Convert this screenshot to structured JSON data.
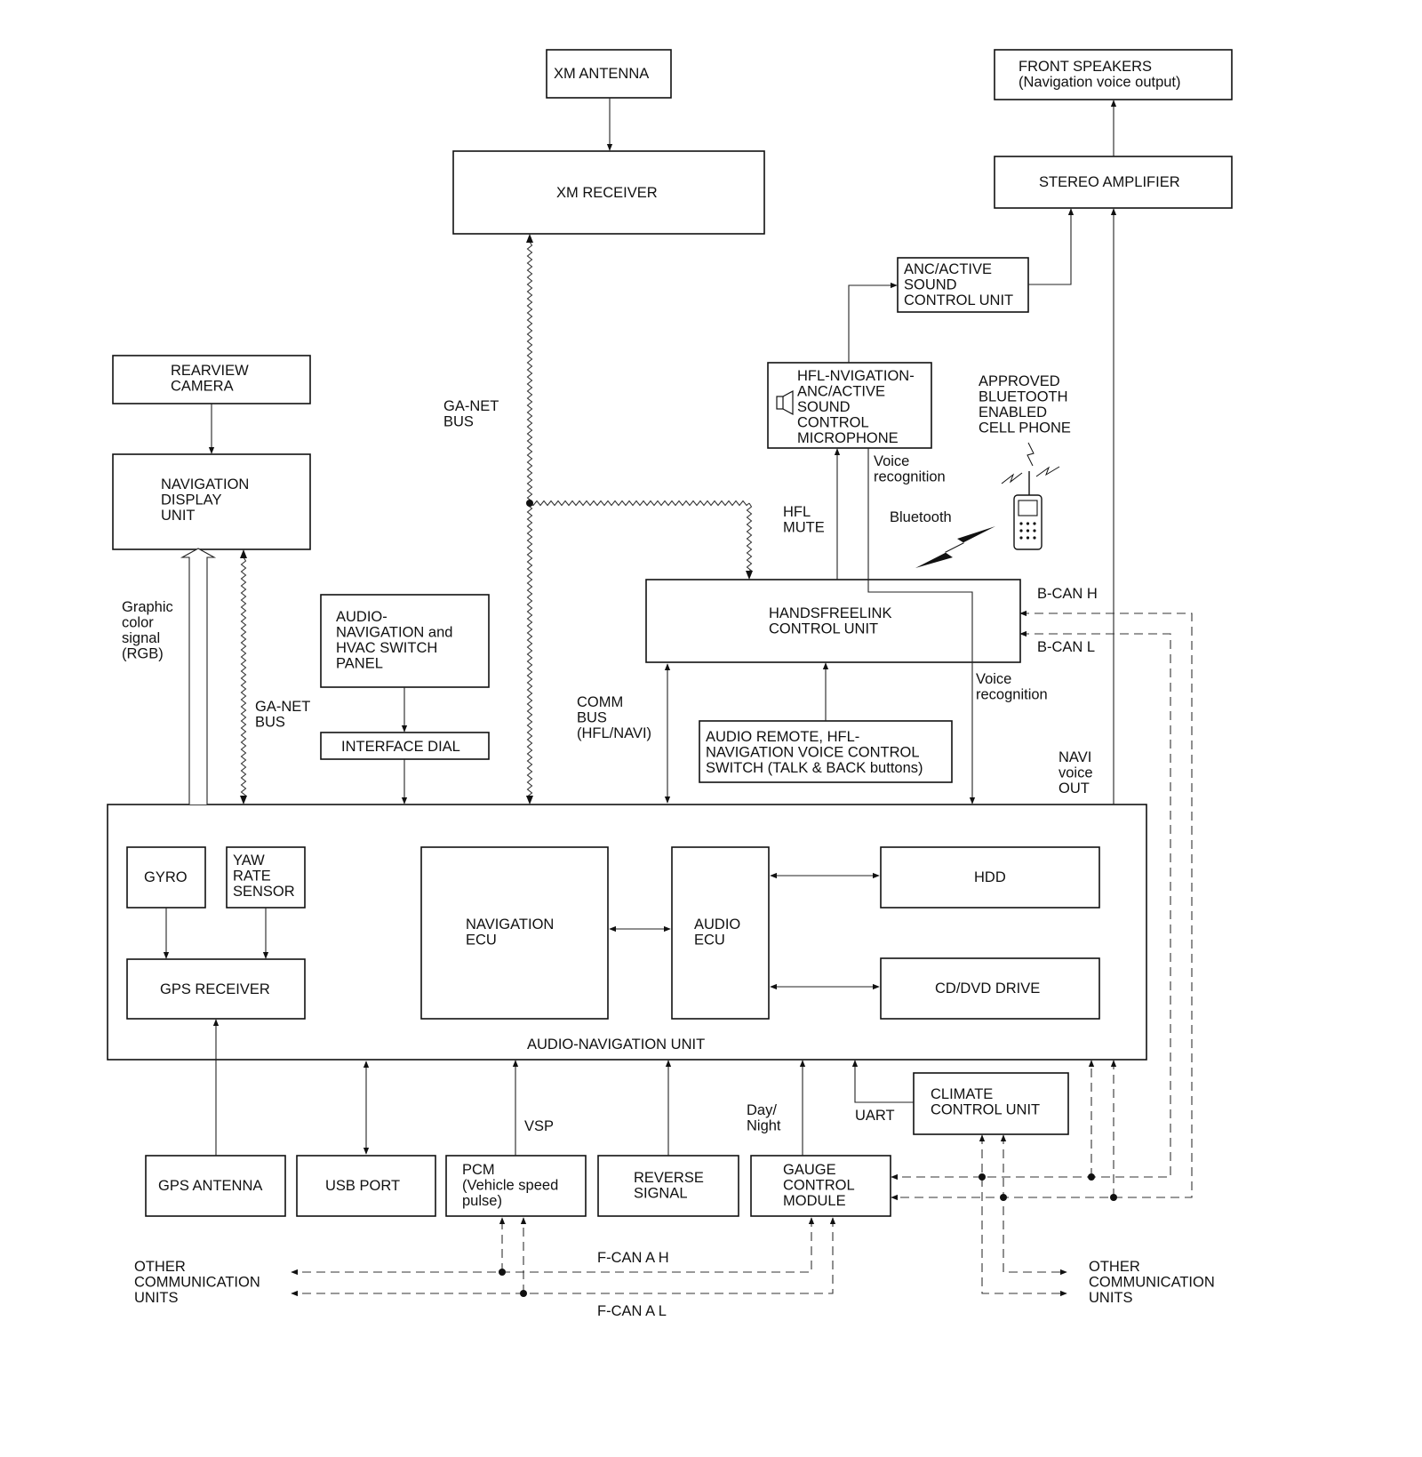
{
  "boxes": {
    "xm_antenna": [
      "XM ANTENNA"
    ],
    "xm_receiver": [
      "XM RECEIVER"
    ],
    "front_speakers": [
      "FRONT SPEAKERS",
      "(Navigation voice output)"
    ],
    "stereo_amplifier": [
      "STEREO AMPLIFIER"
    ],
    "anc_unit": [
      "ANC/ACTIVE",
      "SOUND",
      "CONTROL UNIT"
    ],
    "hfl_microphone": [
      "HFL-NVIGATION-",
      "ANC/ACTIVE",
      "SOUND",
      "CONTROL",
      "MICROPHONE"
    ],
    "rearview_camera": [
      "REARVIEW",
      "CAMERA"
    ],
    "navigation_display": [
      "NAVIGATION",
      "DISPLAY",
      "UNIT"
    ],
    "switch_panel": [
      "AUDIO-",
      "NAVIGATION and",
      "HVAC SWITCH",
      "PANEL"
    ],
    "interface_dial": [
      "INTERFACE DIAL"
    ],
    "handsfreelink": [
      "HANDSFREELINK",
      "CONTROL UNIT"
    ],
    "audio_remote": [
      "AUDIO REMOTE, HFL-",
      "NAVIGATION VOICE CONTROL",
      "SWITCH (TALK & BACK buttons)"
    ],
    "gyro": [
      "GYRO"
    ],
    "yaw_sensor": [
      "YAW",
      "RATE",
      "SENSOR"
    ],
    "gps_receiver": [
      "GPS RECEIVER"
    ],
    "navigation_ecu": [
      "NAVIGATION",
      "ECU"
    ],
    "audio_ecu": [
      "AUDIO",
      "ECU"
    ],
    "hdd": [
      "HDD"
    ],
    "cd_dvd": [
      "CD/DVD DRIVE"
    ],
    "audio_nav_unit": [
      "AUDIO-NAVIGATION UNIT"
    ],
    "climate_control": [
      "CLIMATE",
      "CONTROL UNIT"
    ],
    "gps_antenna": [
      "GPS ANTENNA"
    ],
    "usb_port": [
      "USB PORT"
    ],
    "pcm": [
      "PCM",
      "(Vehicle speed",
      "pulse)"
    ],
    "reverse_signal": [
      "REVERSE",
      "SIGNAL"
    ],
    "gauge_module": [
      "GAUGE",
      "CONTROL",
      "MODULE"
    ]
  },
  "labels": {
    "ganet_bus_top": [
      "GA-NET",
      "BUS"
    ],
    "ganet_bus_left": [
      "GA-NET",
      "BUS"
    ],
    "graphic_signal": [
      "Graphic",
      "color",
      "signal",
      "(RGB)"
    ],
    "comm_bus": [
      "COMM",
      "BUS",
      "(HFL/NAVI)"
    ],
    "hfl_mute": [
      "HFL",
      "MUTE"
    ],
    "voice_recognition_1": [
      "Voice",
      "recognition"
    ],
    "voice_recognition_2": [
      "Voice",
      "recognition"
    ],
    "bluetooth": [
      "Bluetooth"
    ],
    "bluetooth_phone": [
      "APPROVED",
      "BLUETOOTH",
      "ENABLED",
      "CELL PHONE"
    ],
    "bcan_h": [
      "B-CAN H"
    ],
    "bcan_l": [
      "B-CAN L"
    ],
    "navi_voice_out": [
      "NAVI",
      "voice",
      "OUT"
    ],
    "vsp": [
      "VSP"
    ],
    "day_night": [
      "Day/",
      "Night"
    ],
    "uart": [
      "UART"
    ],
    "fcan_ah": [
      "F-CAN A H"
    ],
    "fcan_al": [
      "F-CAN A L"
    ],
    "other_units_left": [
      "OTHER",
      "COMMUNICATION",
      "UNITS"
    ],
    "other_units_right": [
      "OTHER",
      "COMMUNICATION",
      "UNITS"
    ]
  }
}
